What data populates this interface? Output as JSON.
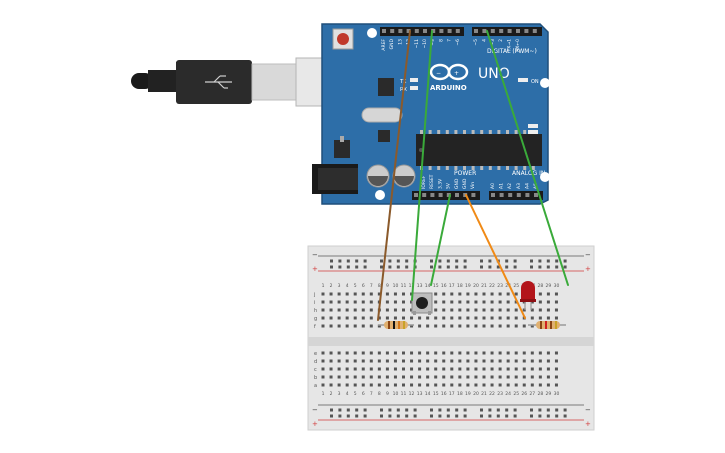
{
  "board": {
    "model_text": "UNO",
    "brand_text": "ARDUINO",
    "digital_header": "DIGITAL (PWM~)",
    "power_header": "POWER",
    "analog_header": "ANALOG IN",
    "on_label": "ON",
    "tx_label": "TX",
    "rx_label": "RX",
    "digital_pins": [
      "AREF",
      "GND",
      "13",
      "12",
      "~11",
      "~10",
      "~9",
      "8",
      "7",
      "~6",
      "~5",
      "4",
      "~3",
      "2",
      "TX→1",
      "RX←0"
    ],
    "power_pins": [
      "IOREF",
      "RESET",
      "3.3V",
      "5V",
      "GND",
      "GND",
      "Vin"
    ],
    "analog_pins": [
      "A0",
      "A1",
      "A2",
      "A3",
      "A4",
      "A5"
    ]
  },
  "breadboard": {
    "columns": [
      "1",
      "2",
      "3",
      "4",
      "5",
      "6",
      "7",
      "8",
      "9",
      "10",
      "11",
      "12",
      "13",
      "14",
      "15",
      "16",
      "17",
      "18",
      "19",
      "20",
      "21",
      "22",
      "23",
      "24",
      "25",
      "26",
      "27",
      "28",
      "29",
      "30"
    ],
    "rows_top": [
      "j",
      "i",
      "h",
      "g",
      "f"
    ],
    "rows_bottom": [
      "e",
      "d",
      "c",
      "b",
      "a"
    ],
    "rail_minus": "−",
    "rail_plus": "+"
  },
  "colors": {
    "board_blue": "#2d6ea8",
    "board_dark": "#1f4f7a",
    "wire_brown": "#8b5a2b",
    "wire_green": "#3aaa3a",
    "wire_orange": "#f08a16",
    "led_red": "#b3151b",
    "rail_red": "#d23b3b",
    "breadboard": "#e6e6e6"
  },
  "components": {
    "usb_cable": "usb-b-cable",
    "button": "pushbutton",
    "led": "red-led",
    "resistors": [
      "resistor-left",
      "resistor-right"
    ]
  }
}
